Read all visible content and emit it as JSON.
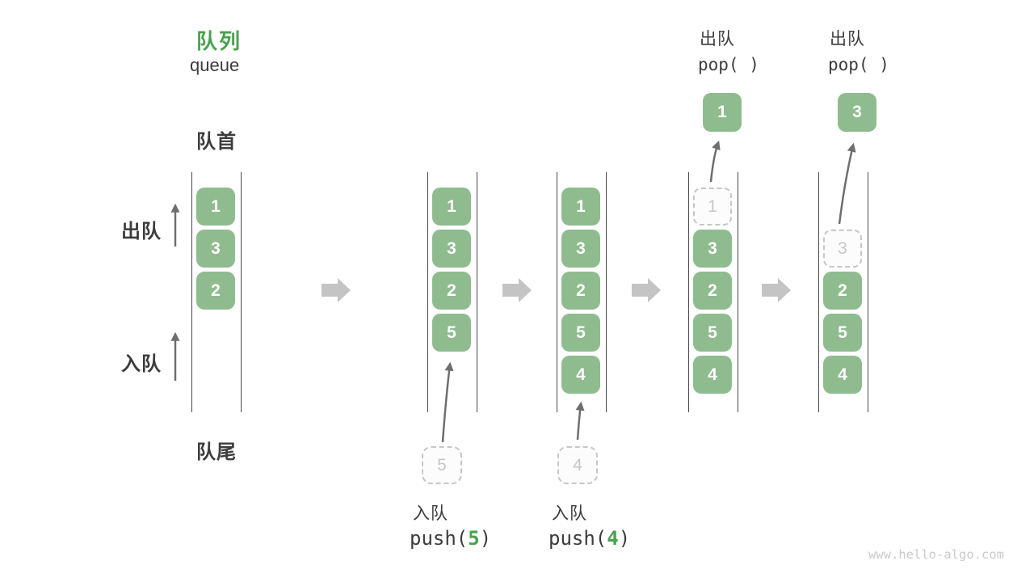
{
  "title": {
    "zh": "队列",
    "en": "queue"
  },
  "labels": {
    "front": "队首",
    "rear": "队尾",
    "dequeue_side": "出队",
    "enqueue_side": "入队"
  },
  "watermark": "www.hello-algo.com",
  "colors": {
    "item_green": "#8fbc8f",
    "accent_green": "#46a34b",
    "dark_text": "#3c3c3c",
    "thin_arrow_gray": "#6e6e6e",
    "block_arrow_gray": "#c4c4c4",
    "wall_line": "#4a4a4a",
    "ghost_gray": "#c6c6c6",
    "watermark_gray": "#cacaca"
  },
  "columns": [
    {
      "slots": [
        {
          "value": "1",
          "state": "filled"
        },
        {
          "value": "3",
          "state": "filled"
        },
        {
          "value": "2",
          "state": "filled"
        }
      ]
    },
    {
      "slots": [
        {
          "value": "1",
          "state": "filled"
        },
        {
          "value": "3",
          "state": "filled"
        },
        {
          "value": "2",
          "state": "filled"
        },
        {
          "value": "5",
          "state": "filled"
        }
      ]
    },
    {
      "slots": [
        {
          "value": "1",
          "state": "filled"
        },
        {
          "value": "3",
          "state": "filled"
        },
        {
          "value": "2",
          "state": "filled"
        },
        {
          "value": "5",
          "state": "filled"
        },
        {
          "value": "4",
          "state": "filled"
        }
      ]
    },
    {
      "slots": [
        {
          "value": "1",
          "state": "ghost"
        },
        {
          "value": "3",
          "state": "filled"
        },
        {
          "value": "2",
          "state": "filled"
        },
        {
          "value": "5",
          "state": "filled"
        },
        {
          "value": "4",
          "state": "filled"
        }
      ]
    },
    {
      "slots": [
        {
          "value": "3",
          "state": "ghost",
          "row": 1
        },
        {
          "value": "2",
          "state": "filled",
          "row": 2
        },
        {
          "value": "5",
          "state": "filled",
          "row": 3
        },
        {
          "value": "4",
          "state": "filled",
          "row": 4
        }
      ]
    }
  ],
  "operations": {
    "push5": {
      "label": "入队",
      "call_prefix": "push(",
      "arg": "5",
      "call_suffix": ")",
      "staged_value": "5"
    },
    "push4": {
      "label": "入队",
      "call_prefix": "push(",
      "arg": "4",
      "call_suffix": ")",
      "staged_value": "4"
    },
    "pop1": {
      "label": "出队",
      "call": "pop( )",
      "popped_value": "1"
    },
    "pop3": {
      "label": "出队",
      "call": "pop( )",
      "popped_value": "3"
    }
  }
}
